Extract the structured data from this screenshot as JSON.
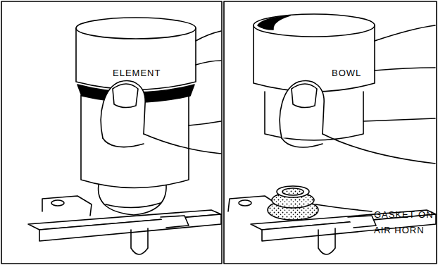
{
  "diagram": {
    "labels": [
      "ELEMENT",
      "BOWL",
      "GASKET ON AIR HORN"
    ]
  }
}
